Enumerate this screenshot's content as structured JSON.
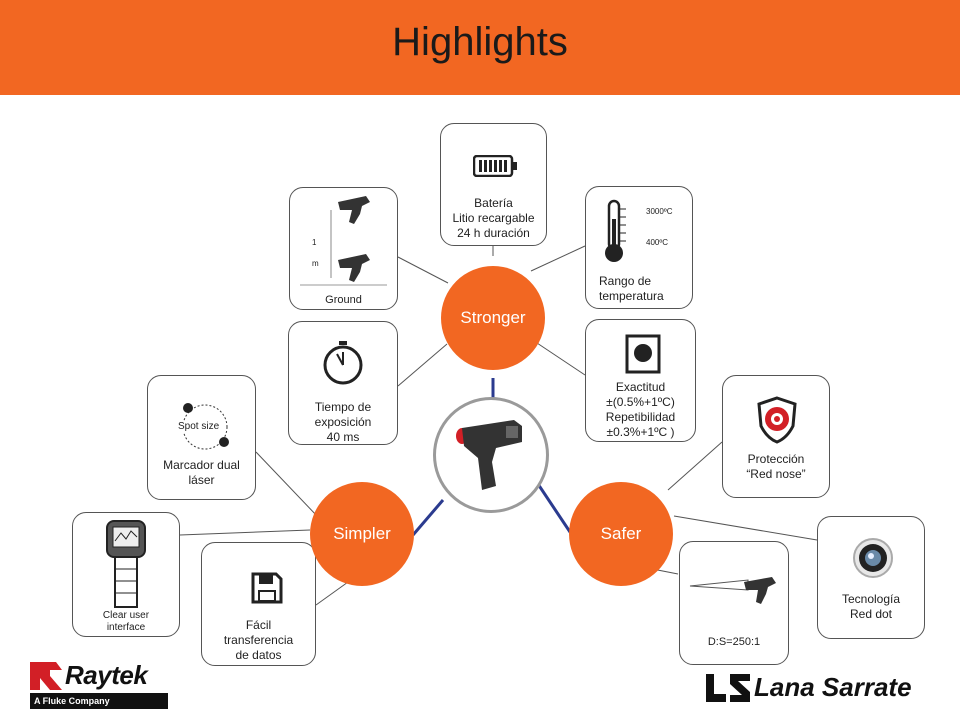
{
  "header": {
    "title": "Highlights"
  },
  "hubs": {
    "stronger": "Stronger",
    "simpler": "Simpler",
    "safer": "Safer"
  },
  "boxes": {
    "battery": {
      "lines": [
        "Batería",
        "Litio recargable",
        "24 h duración"
      ]
    },
    "mounting": {
      "label_1": "1",
      "label_m": "m",
      "ground": "Ground"
    },
    "temperature": {
      "high": "3000ºC",
      "low": "400ºC",
      "lines": [
        "Rango de",
        "temperatura"
      ]
    },
    "response": {
      "lines": [
        "Tiempo de",
        "exposición",
        "40 ms"
      ]
    },
    "accuracy": {
      "lines": [
        "Exactitud",
        "±(0.5%+1ºC)",
        "Repetibilidad",
        "±0.3%+1ºC )"
      ]
    },
    "laser": {
      "spot": "Spot size",
      "lines": [
        "Marcador dual",
        "láser"
      ]
    },
    "protection": {
      "lines": [
        "Protección",
        "“Red nose”"
      ]
    },
    "interface": {
      "lines": [
        "Clear user",
        "interface"
      ]
    },
    "transfer": {
      "lines": [
        "Fácil",
        "transferencia",
        "de datos"
      ]
    },
    "optics": {
      "label": "D:S=250:1"
    },
    "reddot": {
      "lines": [
        "Tecnología",
        "Red dot"
      ]
    }
  },
  "logos": {
    "raytek": "Raytek",
    "raytek_tag": "A Fluke Company",
    "lana": "Lana Sarrate"
  },
  "colors": {
    "orange": "#f26722",
    "navy": "#2b3b8f",
    "red": "#d21f26"
  }
}
